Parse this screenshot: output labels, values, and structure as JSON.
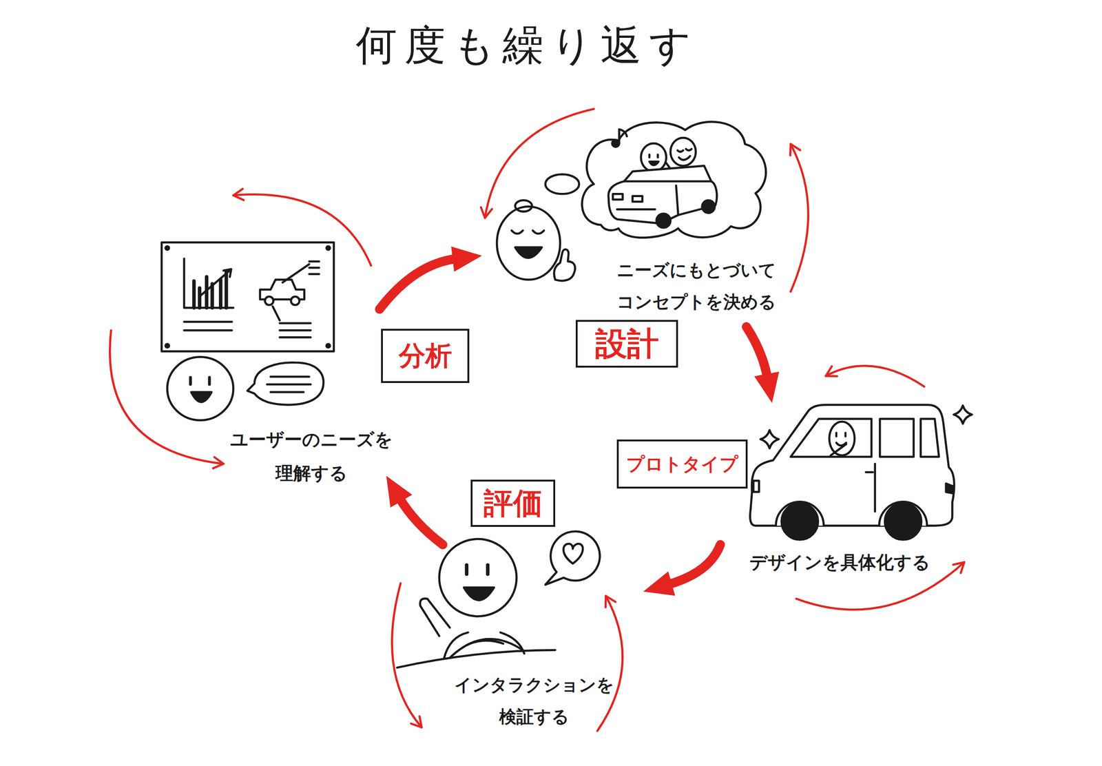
{
  "diagram": {
    "title": "何度も繰り返す",
    "nodes": [
      {
        "text": [
          "分析"
        ]
      },
      {
        "text": [
          "設計"
        ]
      },
      {
        "text": [
          "プロトタイプ"
        ]
      },
      {
        "text": [
          "評価"
        ]
      }
    ],
    "labels": [
      "ユーザーのニーズを 理解する",
      "ニーズにもとづいて コンセプトを決める",
      "デザインを具体化する",
      "インタラクションを 検証する"
    ]
  }
}
